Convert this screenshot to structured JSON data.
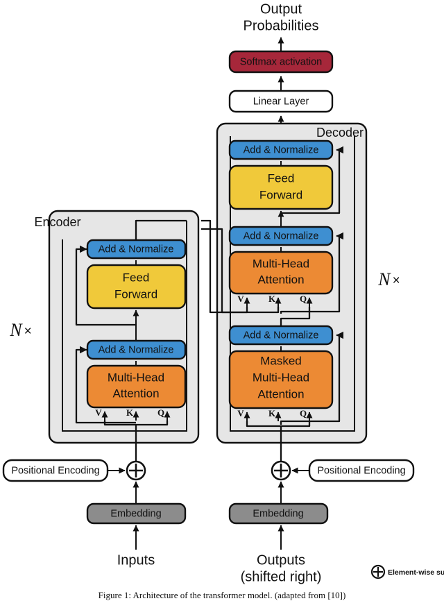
{
  "figure": {
    "caption": "Figure 1: Architecture of the transformer model. (adapted from [10])",
    "colors": {
      "add_norm": "#3E8FD1",
      "feed_forward": "#F0C93A",
      "attention": "#EC8A34",
      "softmax": "#A6273A",
      "embedding": "#8C8C8C",
      "group_panel": "#E6E6E6",
      "plain_box": "#FFFFFF",
      "stroke": "#111111"
    }
  },
  "top": {
    "output_probabilities_line1": "Output",
    "output_probabilities_line2": "Probabilities",
    "softmax_label": "Softmax activation",
    "linear_label": "Linear Layer"
  },
  "encoder": {
    "title": "Encoder",
    "repeat_label": "N",
    "repeat_times": "×",
    "blocks": [
      {
        "name": "add-normalize-upper",
        "label": "Add & Normalize"
      },
      {
        "name": "feed-forward",
        "label_line1": "Feed",
        "label_line2": "Forward"
      },
      {
        "name": "add-normalize-lower",
        "label": "Add & Normalize"
      },
      {
        "name": "multi-head-attention",
        "label_line1": "Multi-Head",
        "label_line2": "Attention"
      }
    ],
    "qkv": {
      "v": "V",
      "k": "K",
      "q": "Q"
    }
  },
  "decoder": {
    "title": "Decoder",
    "repeat_label": "N",
    "repeat_times": "×",
    "blocks": [
      {
        "name": "add-normalize-top",
        "label": "Add & Normalize"
      },
      {
        "name": "feed-forward",
        "label_line1": "Feed",
        "label_line2": "Forward"
      },
      {
        "name": "add-normalize-middle",
        "label": "Add & Normalize"
      },
      {
        "name": "multi-head-attention",
        "label_line1": "Multi-Head",
        "label_line2": "Attention"
      },
      {
        "name": "add-normalize-bottom",
        "label": "Add & Normalize"
      },
      {
        "name": "masked-multi-head-attention",
        "label_line1": "Masked",
        "label_line2": "Multi-Head",
        "label_line3": "Attention"
      }
    ],
    "qkv_cross": {
      "v": "V",
      "k": "K",
      "q": "Q"
    },
    "qkv_masked": {
      "v": "V",
      "k": "K",
      "q": "Q"
    }
  },
  "bottom_left": {
    "positional_encoding": "Positional Encoding",
    "embedding": "Embedding",
    "input_label": "Inputs"
  },
  "bottom_right": {
    "positional_encoding": "Positional Encoding",
    "embedding": "Embedding",
    "output_label_line1": "Outputs",
    "output_label_line2": "(shifted right)"
  },
  "legend": {
    "symbol_name": "element-wise-sum-icon",
    "text": "Element-wise sum"
  }
}
